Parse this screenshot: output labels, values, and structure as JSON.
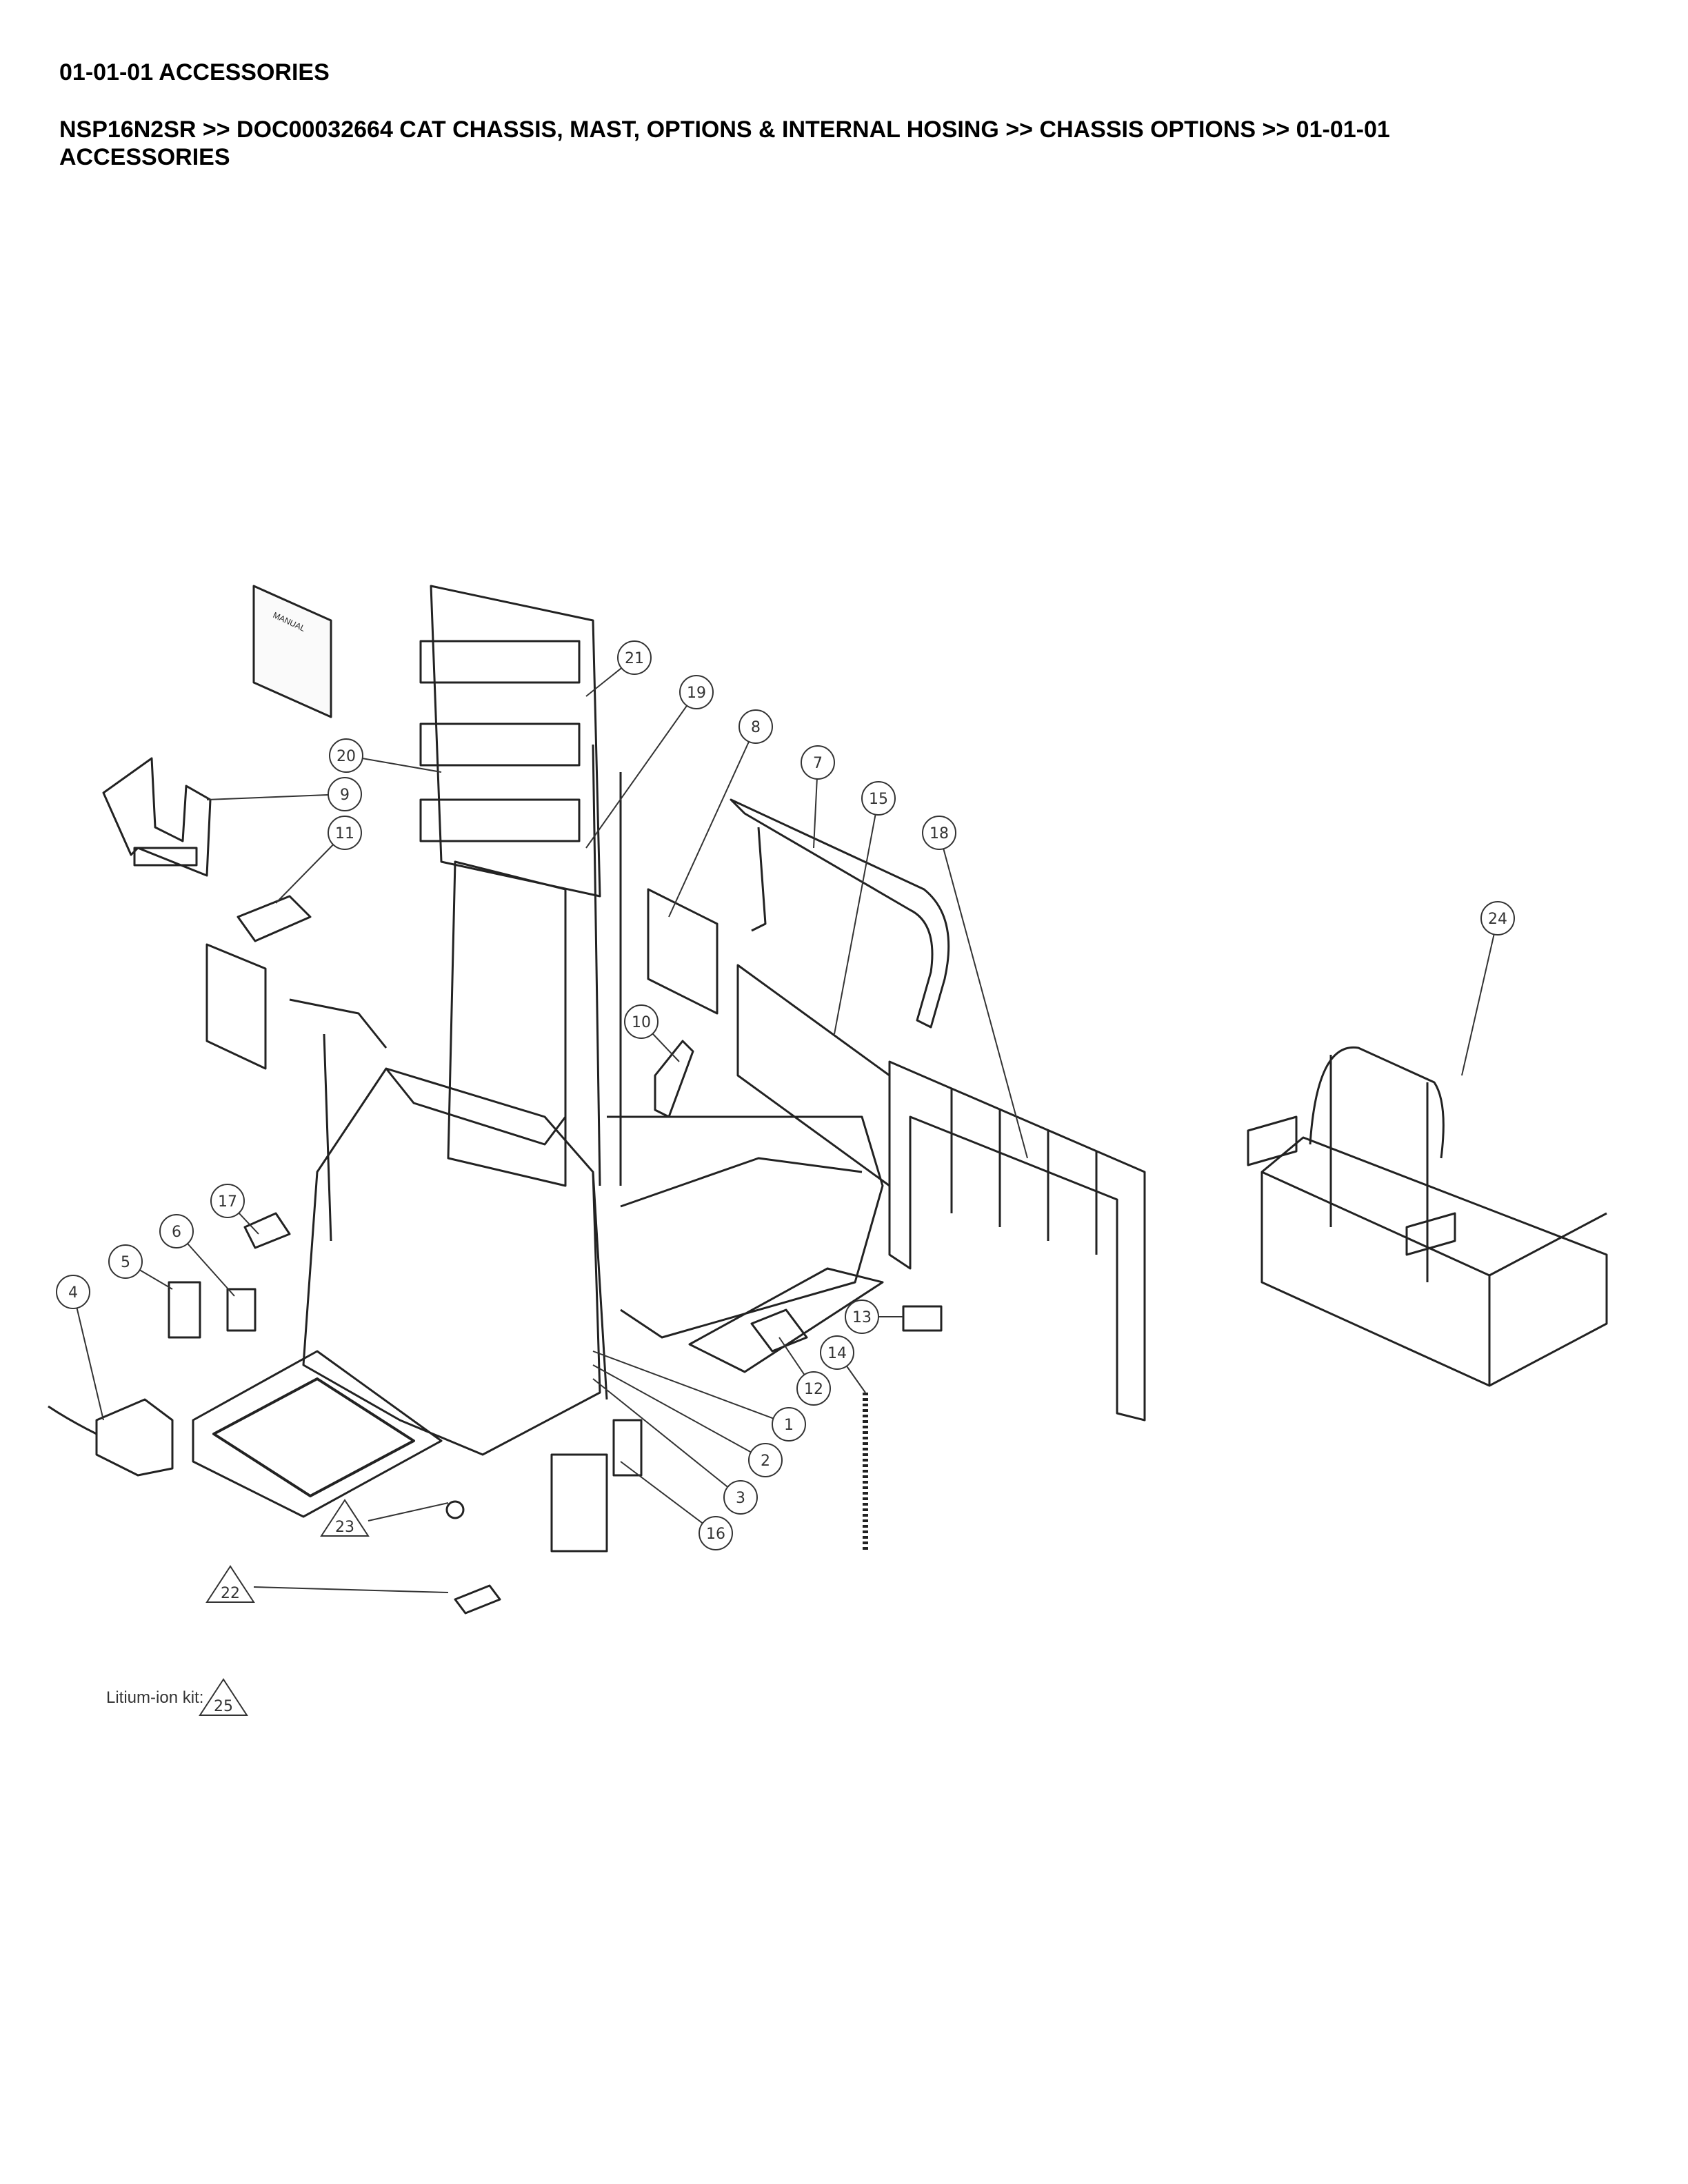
{
  "page": {
    "title": "01-01-01 ACCESSORIES",
    "breadcrumb": "NSP16N2SR >> DOC00032664 CAT CHASSIS, MAST, OPTIONS & INTERNAL HOSING >> CHASSIS OPTIONS >> 01-01-01 ACCESSORIES"
  },
  "diagram": {
    "manual_label": "MANUAL",
    "callouts": [
      "1",
      "2",
      "3",
      "4",
      "5",
      "6",
      "7",
      "8",
      "9",
      "10",
      "11",
      "12",
      "13",
      "14",
      "15",
      "16",
      "17",
      "18",
      "19",
      "20",
      "21",
      "24"
    ],
    "triangle_callouts": [
      "22",
      "23"
    ],
    "kit_label": "Litium-ion kit:",
    "kit_number": "25"
  }
}
